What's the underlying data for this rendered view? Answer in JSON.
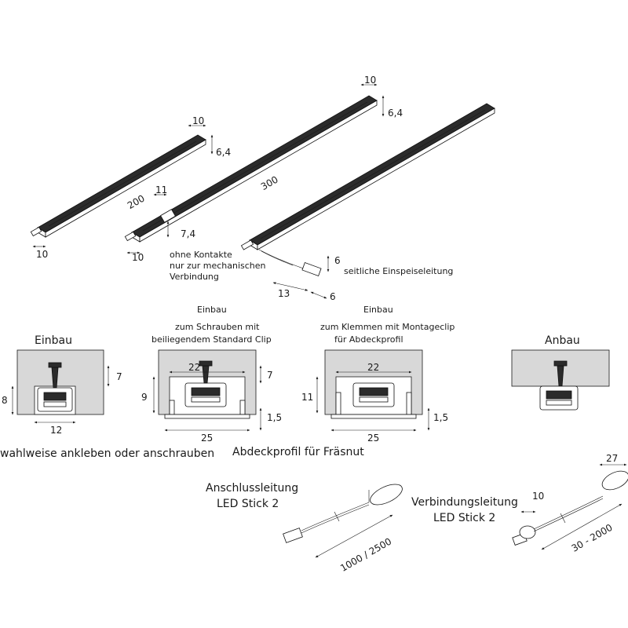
{
  "strips": {
    "short_length": "200",
    "long_length": "300",
    "width_top_a": "10",
    "height_top_a": "6,4",
    "width_top_b": "10",
    "height_top_b": "6,4",
    "width_bottom_a": "10",
    "width_bottom_b": "10",
    "contact_width": "11",
    "contact_height": "7,4",
    "note_no_contacts": [
      "ohne Kontakte",
      "nur zur mechanischen",
      "Verbindung"
    ],
    "feed_height": "6",
    "feed_length": "13",
    "feed_width": "6",
    "side_feed_label": "seitliche Einspeiseleitung"
  },
  "sections": {
    "einbau": {
      "title": "Einbau",
      "depth": "7",
      "height": "8",
      "width": "12",
      "note": "wahlweise ankleben oder anschrauben"
    },
    "einbau_schrauben": {
      "title_lines": [
        "Einbau",
        "zum Schrauben mit",
        "beiliegendem Standard Clip"
      ],
      "inner_width": "22",
      "depth": "7",
      "height": "9",
      "lip": "1,5",
      "outer_width": "25"
    },
    "einbau_klemmen": {
      "title_lines": [
        "Einbau",
        "zum Klemmen mit Montageclip",
        "für Abdeckprofil"
      ],
      "inner_width": "22",
      "height": "11",
      "lip": "1,5",
      "outer_width": "25"
    },
    "abdeckprofil_label": "Abdeckprofil für Fräsnut",
    "anbau": {
      "title": "Anbau"
    }
  },
  "cables": {
    "anschluss": {
      "title_lines": [
        "Anschlussleitung",
        "LED Stick 2"
      ],
      "length": "1000 / 2500"
    },
    "verbindung": {
      "title_lines": [
        "Verbindungsleitung",
        "LED Stick 2"
      ],
      "end_width": "10",
      "head_width": "27",
      "length": "30 - 2000"
    }
  }
}
